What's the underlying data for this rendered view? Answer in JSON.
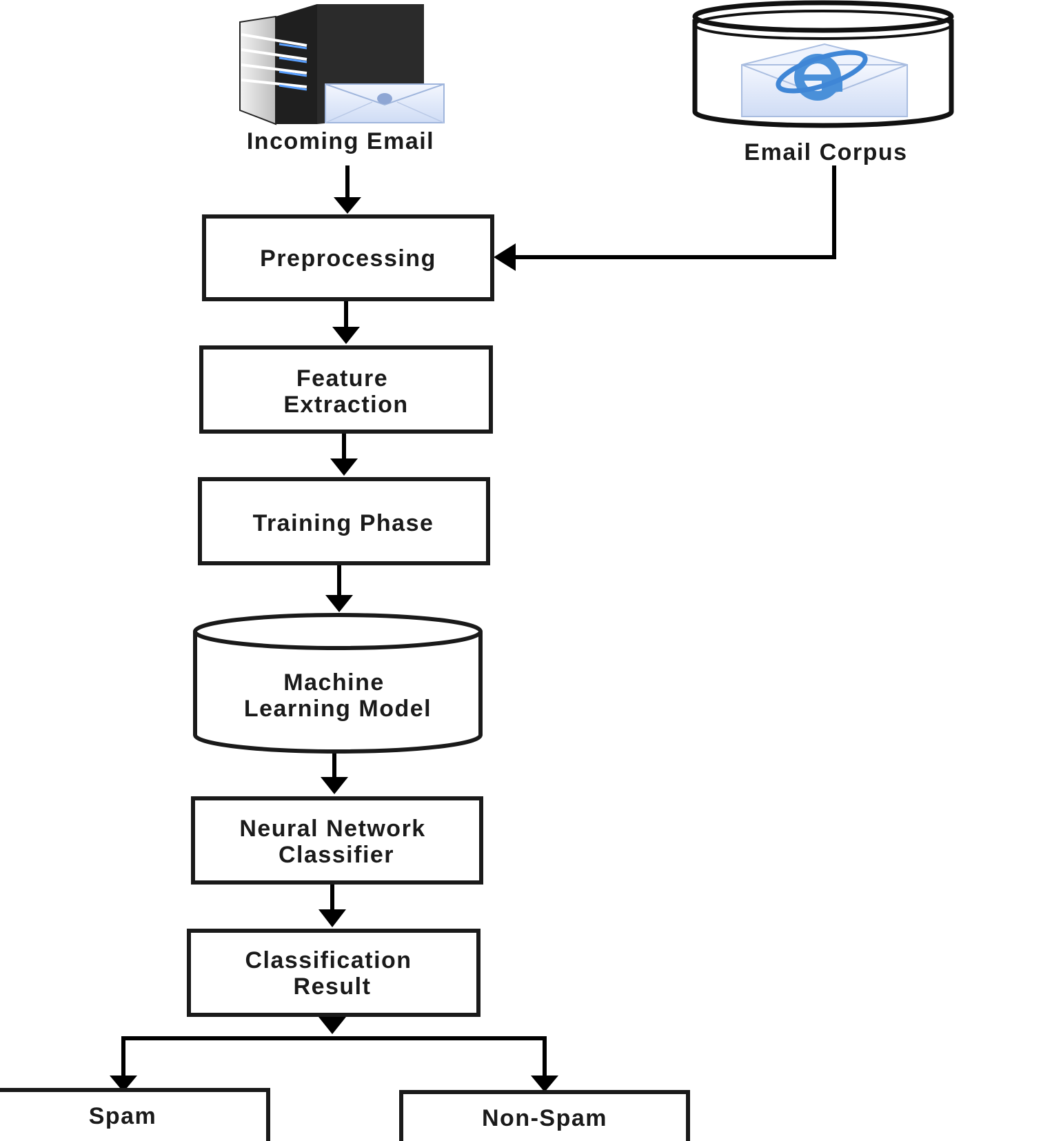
{
  "nodes": {
    "incoming_email": "Incoming Email",
    "email_corpus": "Email Corpus",
    "preprocessing": "Preprocessing",
    "feature_extraction": [
      "Feature",
      "Extraction"
    ],
    "training_phase": "Training Phase",
    "ml_model": [
      "Machine",
      "Learning Model"
    ],
    "nn_classifier": [
      "Neural Network",
      "Classifier"
    ],
    "classification_result": [
      "Classification",
      "Result"
    ],
    "spam": "Spam",
    "non_spam": "Non-Spam"
  },
  "icons": {
    "incoming_email": "server-with-envelope-icon",
    "email_corpus": "database-with-email-icon"
  },
  "edges": [
    [
      "Incoming Email",
      "Preprocessing"
    ],
    [
      "Email Corpus",
      "Preprocessing"
    ],
    [
      "Preprocessing",
      "Feature Extraction"
    ],
    [
      "Feature Extraction",
      "Training Phase"
    ],
    [
      "Training Phase",
      "Machine Learning Model"
    ],
    [
      "Machine Learning Model",
      "Neural Network Classifier"
    ],
    [
      "Neural Network Classifier",
      "Classification Result"
    ],
    [
      "Classification Result",
      "Spam"
    ],
    [
      "Classification Result",
      "Non-Spam"
    ]
  ],
  "colors": {
    "stroke": "#1a1a1a",
    "server_body": "#2b2b2b",
    "envelope": "#e4ecfa",
    "ie_logo": "#4a90d9"
  }
}
